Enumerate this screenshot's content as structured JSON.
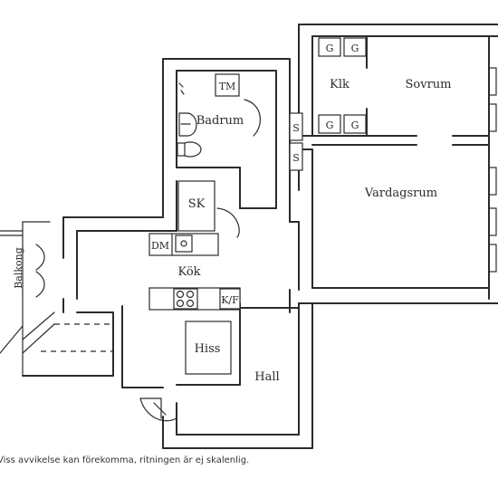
{
  "rooms": {
    "klk": "Klk",
    "sovrum": "Sovrum",
    "badrum": "Badrum",
    "vardagsrum": "Vardagsrum",
    "sk": "SK",
    "kok": "Kök",
    "balkong": "Balkong",
    "hiss": "Hiss",
    "hall": "Hall"
  },
  "fixtures": {
    "g": "G",
    "tm": "TM",
    "s": "S",
    "dm": "DM",
    "kf": "K/F"
  },
  "disclaimer": "Viss avvikelse kan förekomma, ritningen är ej skalenlig."
}
